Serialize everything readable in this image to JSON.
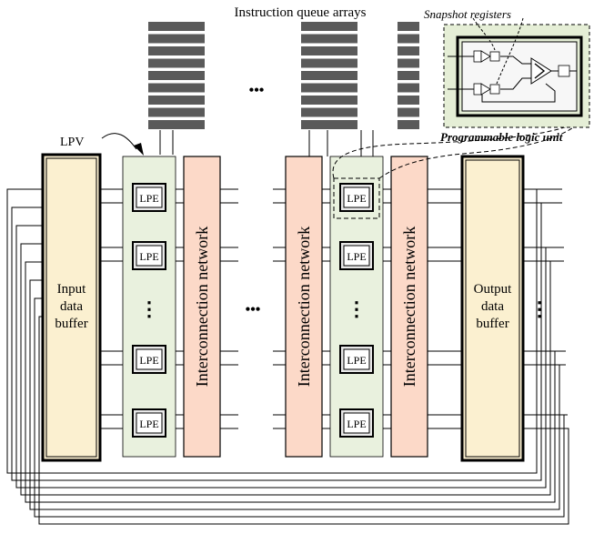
{
  "title": "Instruction queue arrays",
  "labels": {
    "lpv": "LPV",
    "snapshot": "Snapshot registers",
    "plu": "Programmable logic unit",
    "input_buffer": [
      "Input",
      "data",
      "buffer"
    ],
    "output_buffer": [
      "Output",
      "data",
      "buffer"
    ],
    "interconnect": "Interconnection network",
    "lpe": "LPE",
    "ellipsis_h": "•••",
    "ellipsis_v": "⋮"
  },
  "colors": {
    "buffer_fill": "#fbf0d0",
    "interconnect_fill": "#fcd9c8",
    "lpv_fill": "#e9f1de",
    "queue_fill": "#5a5a5a",
    "plu_fill": "#e5eed6"
  },
  "icons": [
    "dashed-callout",
    "arrowhead",
    "register-latch",
    "comparator-triangle"
  ]
}
